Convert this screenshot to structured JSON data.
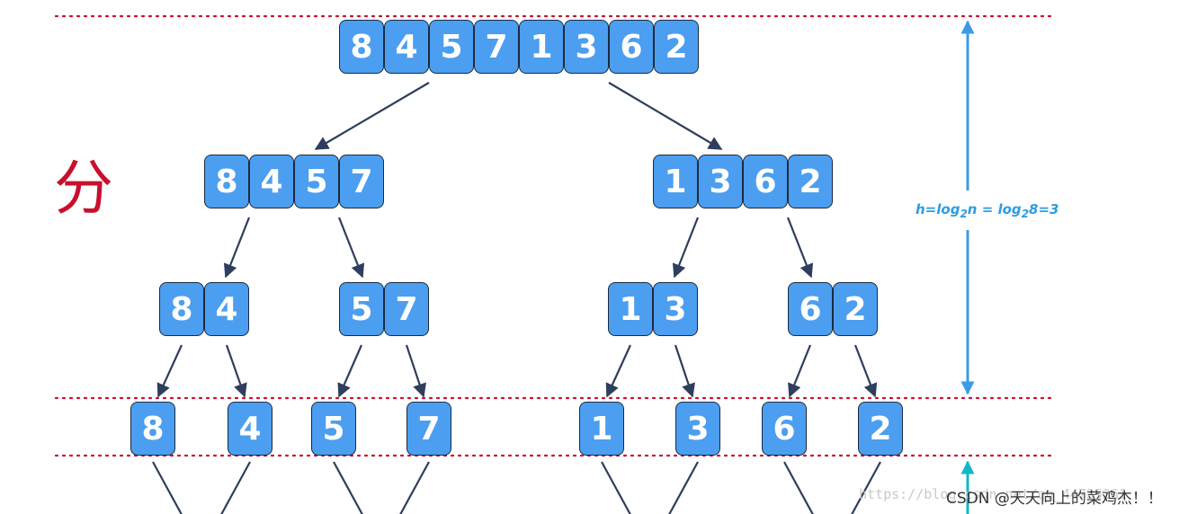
{
  "diagram": {
    "split_label": "分",
    "formula": {
      "h": "h=log",
      "sub1": "2",
      "mid": "n = log",
      "sub2": "2",
      "tail": "8=3"
    },
    "levels": [
      [
        [
          "8",
          "4",
          "5",
          "7",
          "1",
          "3",
          "6",
          "2"
        ]
      ],
      [
        [
          "8",
          "4",
          "5",
          "7"
        ],
        [
          "1",
          "3",
          "6",
          "2"
        ]
      ],
      [
        [
          "8",
          "4"
        ],
        [
          "5",
          "7"
        ],
        [
          "1",
          "3"
        ],
        [
          "6",
          "2"
        ]
      ],
      [
        [
          "8"
        ],
        [
          "4"
        ],
        [
          "5"
        ],
        [
          "7"
        ],
        [
          "1"
        ],
        [
          "3"
        ],
        [
          "6"
        ],
        [
          "2"
        ]
      ]
    ],
    "colors": {
      "cell_fill": "#4c9ef0",
      "cell_border": "#1c2a3e",
      "arrow": "#2e3e5c",
      "dotted_line": "#c8102e",
      "height_arrow": "#3d9be6",
      "bottom_arrow": "#12b7c9",
      "split_label": "#c8102e"
    }
  },
  "watermark": {
    "url": "https://blog.csdn.net/qq_44735261",
    "text": "CSDN @天天向上的菜鸡杰！！"
  }
}
